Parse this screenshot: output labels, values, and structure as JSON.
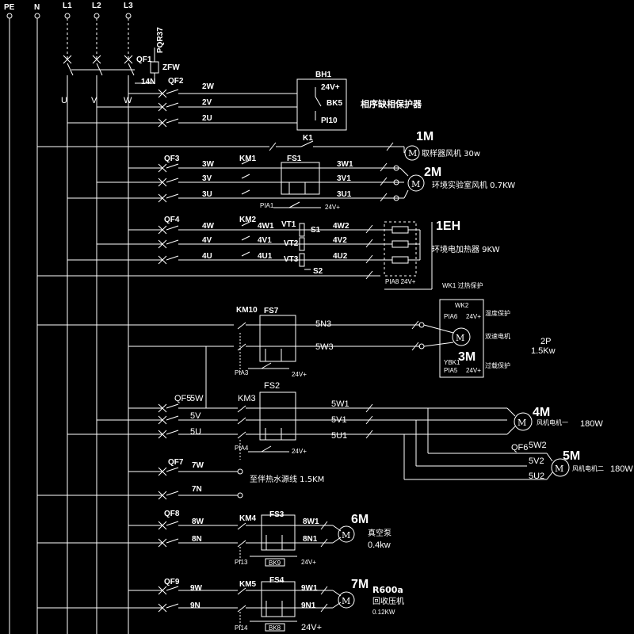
{
  "buses": {
    "pe": "PE",
    "n": "N",
    "l1": "L1",
    "l2": "L2",
    "l3": "L3"
  },
  "phase_labels": {
    "u": "U",
    "v": "V",
    "w": "W"
  },
  "main": {
    "pqr": "PQR37",
    "qf1": "QF1",
    "zfw": "ZFW",
    "n14": "14N"
  },
  "bh1": {
    "title": "BH1",
    "v24": "24V+",
    "bk5": "BK5",
    "pi10": "PI10",
    "caption": "相序缺相保护器",
    "qf2": "QF2",
    "w2": "2W",
    "v2": "2V",
    "u2": "2U"
  },
  "m1": {
    "k1": "K1",
    "id": "1M",
    "desc": "取样器风机 30w"
  },
  "m2": {
    "qf3": "QF3",
    "km1": "KM1",
    "fs1": "FS1",
    "w3": "3W",
    "v3": "3V",
    "u3": "3U",
    "w31": "3W1",
    "v31": "3V1",
    "u31": "3U1",
    "pia1": "PIA1",
    "v24": "24V+",
    "id": "2M",
    "desc": "环境实验室风机 0.7KW"
  },
  "eh": {
    "qf4": "QF4",
    "km2": "KM2",
    "w4": "4W",
    "v4": "4V",
    "u4": "4U",
    "w41": "4W1",
    "v41": "4V1",
    "u41": "4U1",
    "vt1": "VT1",
    "vt2": "VT2",
    "vt3": "VT3",
    "s1": "S1",
    "s2": "S2",
    "w42": "4W2",
    "v42": "4V2",
    "u42": "4U2",
    "id": "1EH",
    "desc": "环境电加热器 9KW",
    "pia": "PIA8 24V+",
    "wk": "WK1 过热保护"
  },
  "m3": {
    "km10": "KM10",
    "fs7": "FS7",
    "n3": "5N3",
    "w3": "5W3",
    "pia3": "PIA3",
    "v24": "24V+",
    "wk2": "WK2",
    "pia6": "PIA6",
    "v24b": "24V+",
    "wk2_note": "温度保护",
    "speed_note": "双速电机",
    "ybk": "YBK1",
    "pia5": "PIA5",
    "v24c": "24V+",
    "ybk_note": "过载保护",
    "id": "3M",
    "poles": "2P",
    "power": "1.5Kw"
  },
  "m4": {
    "qf5": "QF5",
    "w5": "5W",
    "v5": "5V",
    "u5": "5U",
    "km3": "KM3",
    "fs2": "FS2",
    "w51": "5W1",
    "v51": "5V1",
    "u51": "5U1",
    "pia4": "PIA4",
    "v24": "24V+",
    "id": "4M",
    "note": "风机电机一",
    "power": "180W"
  },
  "m5": {
    "qf6": "QF6",
    "w52": "5W2",
    "v52": "5V2",
    "u52": "5U2",
    "id": "5M",
    "note": "风机电机二",
    "power": "180W"
  },
  "heat": {
    "qf7": "QF7",
    "w7": "7W",
    "n7": "7N",
    "desc": "至伴热水源线 1.5KM"
  },
  "m6": {
    "qf8": "QF8",
    "w8": "8W",
    "n8": "8N",
    "km4": "KM4",
    "fs3": "FS3",
    "w81": "8W1",
    "n81": "8N1",
    "pi": "PI13",
    "r": "BK9",
    "v24": "24V+",
    "id": "6M",
    "desc": "真空泵",
    "power": "0.4kw"
  },
  "m7": {
    "qf9": "QF9",
    "w9": "9W",
    "n9": "9N",
    "km5": "KM5",
    "fs4": "FS4",
    "w91": "9W1",
    "n91": "9N1",
    "pi": "PI14",
    "r": "BK8",
    "v24": "24V+",
    "id": "7M",
    "model": "R600a",
    "desc": "回收压机",
    "power": "0.12KW"
  },
  "symbols": {
    "motor": "M"
  }
}
